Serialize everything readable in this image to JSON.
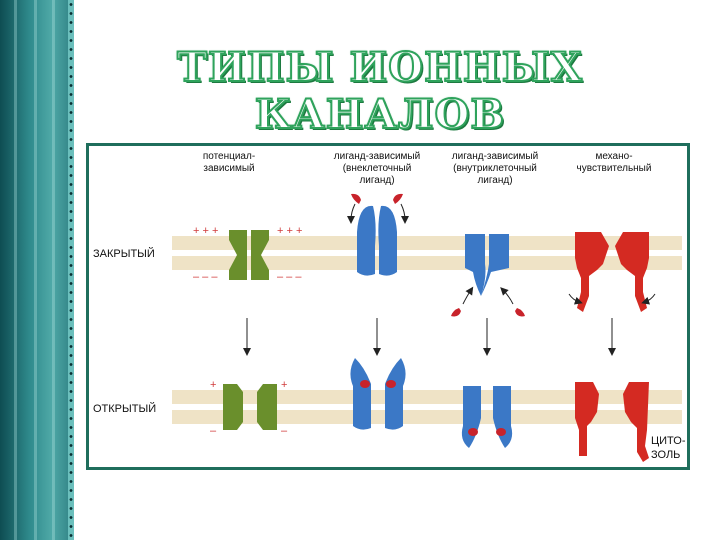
{
  "title": "ТИПЫ ИОННЫХ КАНАЛОВ",
  "columns": [
    {
      "line1": "потенциал-",
      "line2": "зависимый",
      "line3": ""
    },
    {
      "line1": "лиганд-зависимый",
      "line2": "(внеклеточный",
      "line3": "лиганд)"
    },
    {
      "line1": "лиганд-зависимый",
      "line2": "(внутриклеточный",
      "line3": "лиганд)"
    },
    {
      "line1": "механо-",
      "line2": "чувствительный",
      "line3": ""
    }
  ],
  "rows": {
    "closed": "ЗАКРЫТЫЙ",
    "open": "ОТКРЫТЫЙ"
  },
  "charges": {
    "closed_top": "+ + +",
    "closed_bottom": "– – –",
    "open_top": "+",
    "open_bottom": "–"
  },
  "cytosol": {
    "line1": "ЦИТО-",
    "line2": "ЗОЛЬ"
  },
  "colors": {
    "membrane": "#efe3c6",
    "voltage_gated": "#6a8f2c",
    "ligand_gated": "#3b78c6",
    "mechanosensitive": "#d42a22",
    "ligand": "#c8232b",
    "frame": "#1f6e5c",
    "title_outline": "#2fa35c"
  }
}
